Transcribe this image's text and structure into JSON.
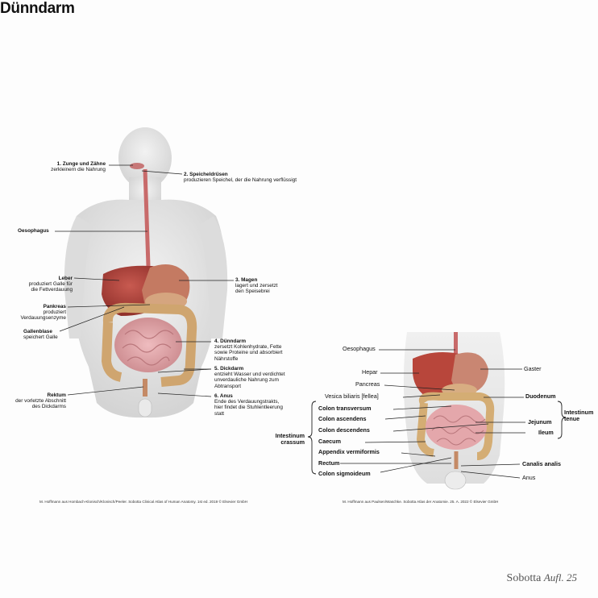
{
  "title": "Dünndarm",
  "left_figure": {
    "labels": {
      "zunge": {
        "name": "1. Zunge und Zähne",
        "desc": "zerkleinern die Nahrung"
      },
      "speichel": {
        "name": "2. Speicheldrüsen",
        "desc": "produzieren Speichel, der die Nahrung verflüssigt"
      },
      "oesophagus": {
        "name": "Oesophagus",
        "desc": ""
      },
      "leber": {
        "name": "Leber",
        "desc_1": "produziert Galle für",
        "desc_2": "die Fettverdauung"
      },
      "magen": {
        "name": "3. Magen",
        "desc_1": "lagert und zersetzt",
        "desc_2": "den Speisebrei"
      },
      "pankreas": {
        "name": "Pankreas",
        "desc_1": "produziert",
        "desc_2": "Verdauungsenzyme"
      },
      "gallenblase": {
        "name": "Gallenblase",
        "desc": "speichert Galle"
      },
      "duenndarm": {
        "name": "4. Dünndarm",
        "desc_1": "zersetzt Kohlenhydrate, Fette",
        "desc_2": "sowie Proteine und absorbiert",
        "desc_3": "Nährstoffe"
      },
      "dickdarm": {
        "name": "5. Dickdarm",
        "desc_1": "entzieht Wasser und verdichtet",
        "desc_2": "unverdauliche Nahrung zum",
        "desc_3": "Abtransport"
      },
      "rektum": {
        "name": "Rektum",
        "desc_1": "der vorletzte Abschnitt",
        "desc_2": "des Dickdarms"
      },
      "anus": {
        "name": "6. Anus",
        "desc_1": "Ende des Verdauungstrakts,",
        "desc_2": "hier findet die Stuhlentleerung",
        "desc_3": "statt"
      }
    },
    "credit": "M. Hoffmann aus Hombach-Klonisch/Klonisch/Peeler. Sobotta Clinical Atlas of Human Anatomy. 1st ed. 2019 © Elsevier GmbH"
  },
  "right_figure": {
    "labels": {
      "oesophagus": "Oesophagus",
      "hepar": "Hepar",
      "gaster": "Gaster",
      "pancreas": "Pancreas",
      "vesica": "Vesica biliaris [fellea]",
      "duodenum": "Duodenum",
      "colon_transversum": "Colon transversum",
      "colon_ascendens": "Colon ascendens",
      "colon_descendens": "Colon descendens",
      "caecum": "Caecum",
      "appendix": "Appendix vermiformis",
      "rectum": "Rectum",
      "colon_sigmoideum": "Colon sigmoideum",
      "jejunum": "Jejunum",
      "ileum": "Ileum",
      "canalis_analis": "Canalis analis",
      "anus": "Anus",
      "intestinum_tenue_1": "Intestinum",
      "intestinum_tenue_2": "tenue",
      "intestinum_crassum_1": "Intestinum",
      "intestinum_crassum_2": "crassum"
    },
    "credit": "M. Hoffmann aus Paulsen/Waschke. Sobotta Atlas der Anatomie. 25. A. 2022 © Elsevier GmbH"
  },
  "brand": {
    "name": "Sobotta",
    "edition": "Aufl. 25"
  },
  "colors": {
    "body": "#e6e6e6",
    "liver": "#b5423a",
    "stomach": "#c9856a",
    "intestine": "#e2a5a8",
    "colon": "#d9b27a",
    "esophagus": "#c86a6a"
  }
}
